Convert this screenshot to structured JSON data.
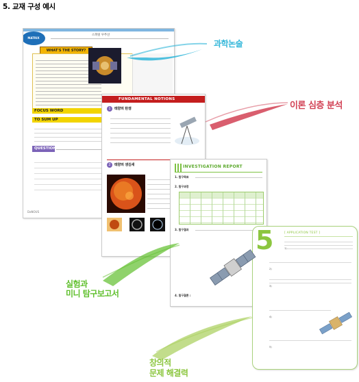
{
  "heading": "5. 교재 구성 예시",
  "callouts": {
    "science_essay": "과학논술",
    "theory_analysis": "이론 심층 분석",
    "experiment_line1": "실험과",
    "experiment_line2": "미니 탐구보고서",
    "creative_line1": "창의적",
    "creative_line2": "문제 해결력"
  },
  "page1": {
    "badge": "MATRIX",
    "header_title": "스피릿 우주선",
    "banner": "WHAT'S THE STORY?",
    "focus_word": "FOCUS WORD",
    "to_sum_up": "TO SUM UP",
    "question": "QUESTION",
    "footer_logo": "DaNOUS"
  },
  "page2": {
    "banner": "FUNDAMENTAL NOTIONS",
    "section1": "태양의 탄생",
    "section2": "태양의 생김새"
  },
  "page3": {
    "banner": "INVESTIGATION REPORT",
    "row_labels": [
      "탐구목표",
      "탐구과정",
      "탐구결과"
    ],
    "table_header": [
      "",
      "",
      "",
      "",
      "",
      "",
      "",
      ""
    ],
    "bottom_label": "4. 탐구결론 :"
  },
  "page4": {
    "section_number": "5",
    "banner": "[ APPLICATION TEST ]",
    "questions": [
      "1)",
      "2)",
      "3)",
      "4)",
      "5)"
    ]
  },
  "colors": {
    "cyan_callout": "#31b6d9",
    "red_callout": "#d24255",
    "green_callout": "#5fbf2c",
    "yellow_green_callout": "#8cc63f",
    "banner_red": "#c41e1e",
    "bar_yellow": "#f2d400",
    "bar_purple": "#7c63b8",
    "green_accent": "#7dc242"
  }
}
